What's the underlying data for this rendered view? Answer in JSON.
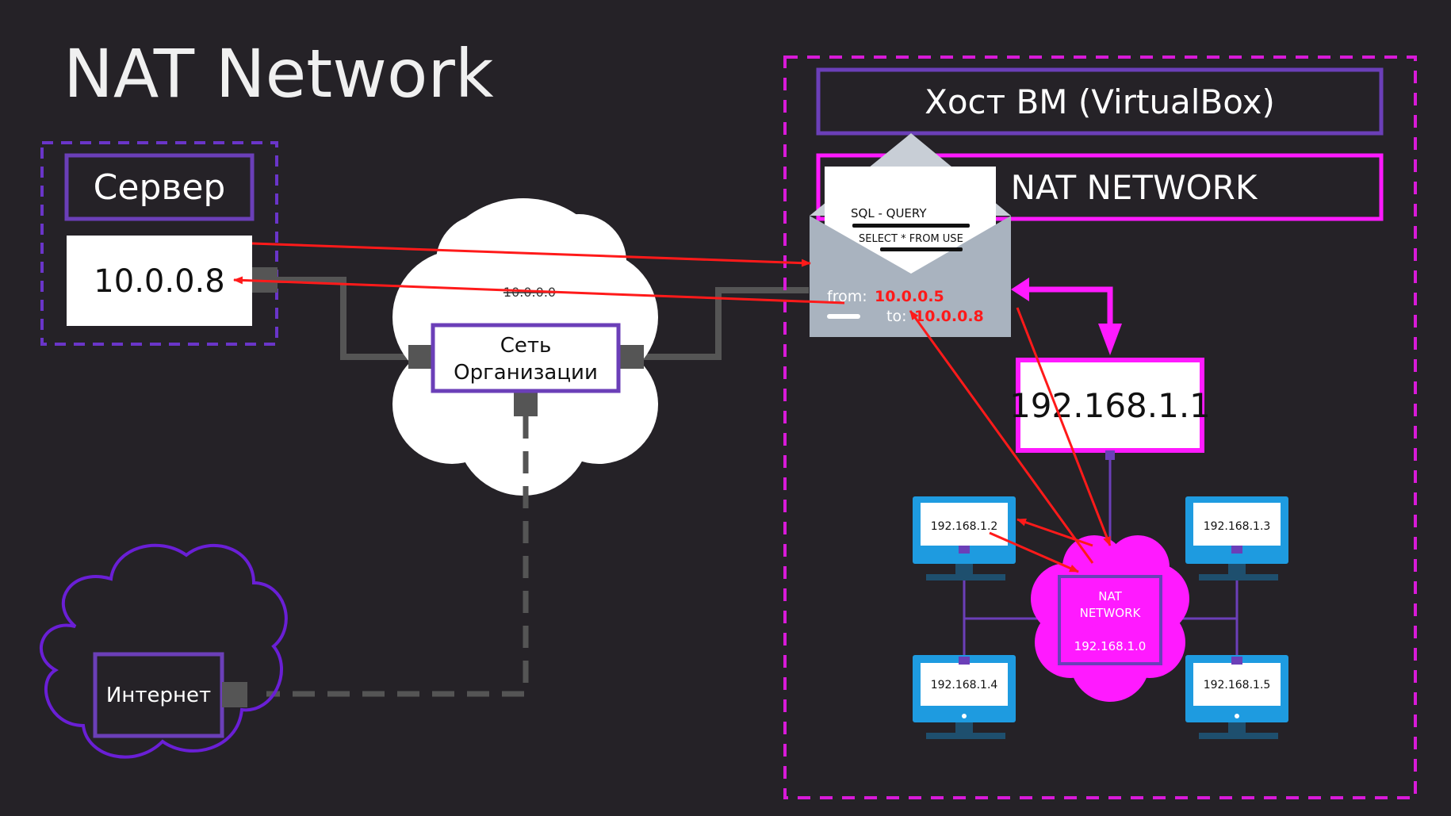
{
  "title": "NAT Network",
  "server": {
    "label": "Сервер",
    "ip": "10.0.0.8"
  },
  "org_network": {
    "subnet": "10.0.0.0",
    "label_line1": "Сеть",
    "label_line2": "Организации"
  },
  "internet": {
    "label": "Интернет"
  },
  "host": {
    "label": "Хост ВМ (VirtualBox)",
    "nat_label": "NAT NETWORK",
    "gateway_ip": "192.168.1.1"
  },
  "packet": {
    "query_title": "SQL - QUERY",
    "query_text": "SELECT * FROM USE",
    "from_label": "from:",
    "from_ip": "10.0.0.5",
    "to_label": "to:",
    "to_ip": "10.0.0.8"
  },
  "nat_cloud": {
    "line1": "NAT",
    "line2": "NETWORK",
    "subnet": "192.168.1.0"
  },
  "vms": [
    {
      "ip": "192.168.1.2"
    },
    {
      "ip": "192.168.1.3"
    },
    {
      "ip": "192.168.1.4"
    },
    {
      "ip": "192.168.1.5"
    }
  ],
  "colors": {
    "background": "#252227",
    "purple": "#6b3fb8",
    "magenta": "#ff1aff",
    "dashed_magenta": "#d81ad8",
    "dashed_purple": "#6a35c9",
    "arrow_red": "#ff1a1a",
    "monitor_blue": "#1e9be0",
    "cable_gray": "#555555"
  }
}
